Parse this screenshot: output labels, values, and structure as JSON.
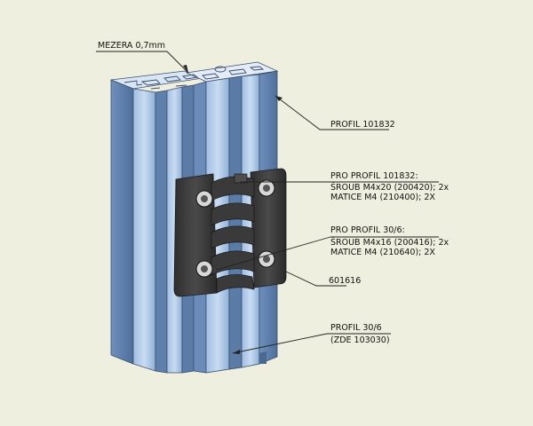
{
  "labels": {
    "gap": "MEZERA 0,7mm",
    "profile_top": "PROFIL 101832",
    "screws_101832": {
      "title": "PRO PROFIL 101832:",
      "line1": "ŠROUB M4x20 (200420); 2x",
      "line2": "MATICE M4 (210400); 2X"
    },
    "screws_30_6": {
      "title": "PRO PROFIL 30/6:",
      "line1": "ŠROUB M4x16 (200416); 2x",
      "line2": "MATICE M4 (210640); 2X"
    },
    "hinge": "601616",
    "profile_bottom": {
      "line1": "PROFIL 30/6",
      "line2": "(ZDE 103030)"
    }
  },
  "colors": {
    "background": "#efefdf",
    "profile_light": "#b9d1ec",
    "profile_mid": "#8fb0d8",
    "profile_dark": "#5d7ea9",
    "hinge": "#3c3c3c",
    "hinge_dark": "#262626",
    "leader": "#222222"
  }
}
